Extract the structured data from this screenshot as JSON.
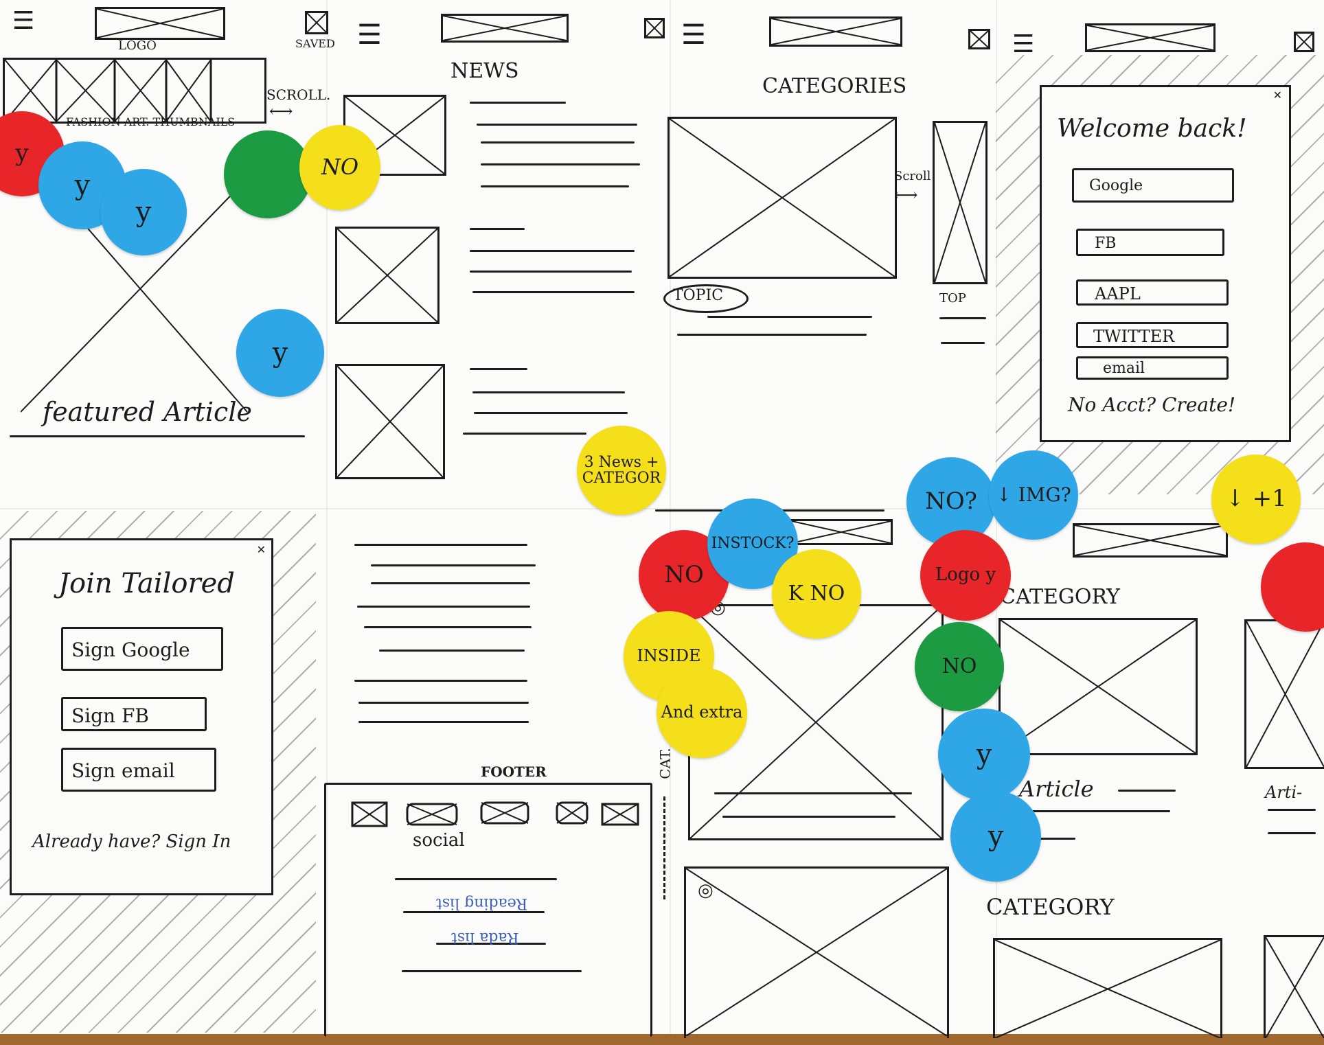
{
  "header": {
    "logo_label": "LOGO",
    "saved_label": "SAVED"
  },
  "home": {
    "scroll_label": "SCROLL.",
    "thumb_label": "FASHION ART. THUMBNAILS",
    "featured_label": "featured Article"
  },
  "news": {
    "title": "NEWS"
  },
  "categories": {
    "title": "CATEGORIES",
    "scroll_label": "Scroll",
    "topic_label": "TOPIC",
    "top_label": "TOP"
  },
  "login": {
    "title": "Welcome back!",
    "buttons": [
      "Google",
      "FB",
      "AAPL",
      "TWITTER",
      "email"
    ],
    "footer_text": "No Acct? Create!"
  },
  "join": {
    "title": "Join Tailored",
    "buttons": [
      "Sign Google",
      "Sign FB",
      "Sign email"
    ],
    "footer_text": "Already have? Sign In"
  },
  "footer": {
    "title": "FOOTER",
    "social_label": "social",
    "blue_note_1": "Reading list",
    "blue_note_2": "Rada list"
  },
  "category_page": {
    "cat_label": "CAT.",
    "category_label_1": "CATEGORY",
    "category_label_2": "CATEGORY",
    "article_label": "Article",
    "article_label_2": "Arti-"
  },
  "stickers": {
    "red_y": "y",
    "blue_y1": "y",
    "blue_y2": "y",
    "blue_y3": "y",
    "yellow_no": "NO",
    "yellow_3news": "3 News + CATEGOR",
    "red_no": "NO",
    "blue_instock": "INSTOCK?",
    "yellow_kno": "K NO",
    "yellow_inside": "INSIDE",
    "yellow_and": "And extra",
    "blue_no": "NO?",
    "blue_img": "↓ IMG?",
    "red_logo": "Logo y",
    "green_no": "NO",
    "blue_y4": "y",
    "blue_y5": "y",
    "yellow_plus1": "↓ +1"
  },
  "colors": {
    "red": "#e8262a",
    "blue": "#2fa7e6",
    "yellow": "#f4df1a",
    "green": "#1d9b43",
    "table_wood": "#a0682f"
  }
}
